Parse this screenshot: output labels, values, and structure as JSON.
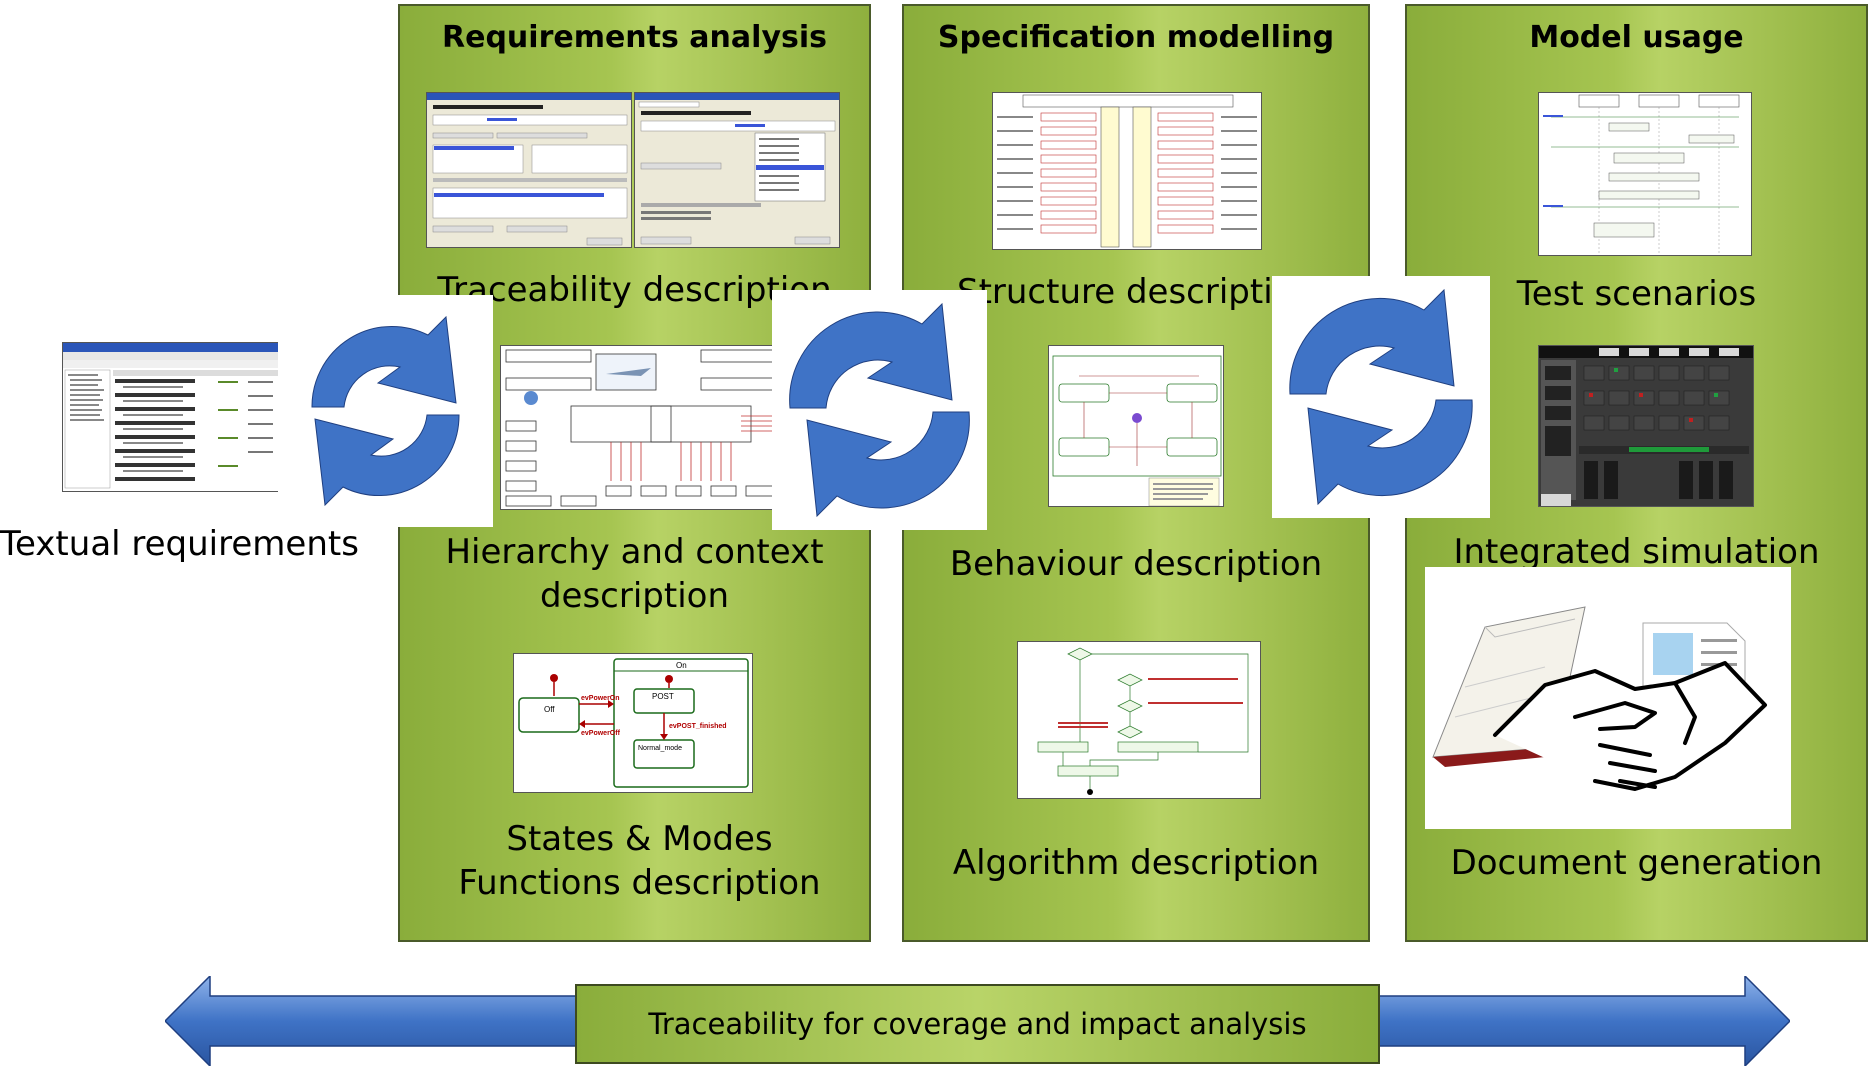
{
  "panels": {
    "requirements": {
      "title": "Requirements analysis"
    },
    "specification": {
      "title": "Specification modelling"
    },
    "usage": {
      "title": "Model usage"
    }
  },
  "labels": {
    "textual": "Textual requirements",
    "traceability": "Traceability description",
    "hierarchy_1": "Hierarchy and context",
    "hierarchy_2": "description",
    "states_1": "States & Modes",
    "states_2": "Functions description",
    "structure": "Structure description",
    "behaviour": "Behaviour description",
    "algorithm": "Algorithm description",
    "test": "Test scenarios",
    "simulation": "Integrated simulation",
    "docgen": "Document generation"
  },
  "state_diagram": {
    "off": "Off",
    "on": "On",
    "post": "POST",
    "normal": "Normal_mode",
    "ev_power_on": "evPowerOn",
    "ev_power_off": "evPowerOff",
    "ev_post_finished": "evPOST_finished"
  },
  "bottom_bar": {
    "text": "Traceability for coverage and impact analysis"
  },
  "colors": {
    "panel_green": "#a6c551",
    "arrow_blue": "#3f73c6"
  }
}
